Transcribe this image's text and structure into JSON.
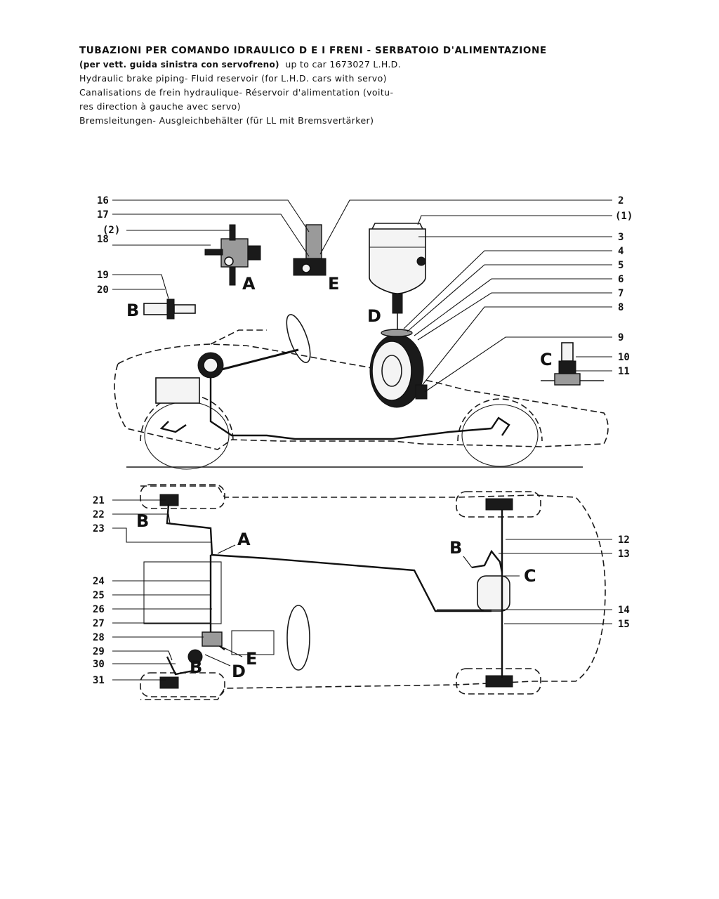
{
  "header": {
    "title_it": "TUBAZIONI PER COMANDO IDRAULICO D E I FRENI - SERBATOIO D'ALIMENTAZIONE",
    "subtitle_it": "(per vett. guida sinistra con servofreno)",
    "subtitle_en_suffix": "up to car 1673027 L.H.D.",
    "title_en": "Hydraulic brake piping- Fluid reservoir (for L.H.D. cars with servo)",
    "title_fr_1": "Canalisations de frein hydraulique- Réservoir d'alimentation (voitu-",
    "title_fr_2": "res direction à gauche avec servo)",
    "title_de": "Bremsleitungen- Ausgleichbehälter (für LL mit Bremsvertärker)"
  },
  "callouts": {
    "c1": "(1)",
    "c2": "(2)",
    "n2": "2",
    "n3": "3",
    "n4": "4",
    "n5": "5",
    "n6": "6",
    "n7": "7",
    "n8": "8",
    "n9": "9",
    "n10": "10",
    "n11": "11",
    "n12": "12",
    "n13": "13",
    "n14": "14",
    "n15": "15",
    "n16": "16",
    "n17": "17",
    "n18": "18",
    "n19": "19",
    "n20": "20",
    "n21": "21",
    "n22": "22",
    "n23": "23",
    "n24": "24",
    "n25": "25",
    "n26": "26",
    "n27": "27",
    "n28": "28",
    "n29": "29",
    "n30": "30",
    "n31": "31"
  },
  "detail_letters": {
    "A": "A",
    "B": "B",
    "C": "C",
    "D": "D",
    "E": "E"
  }
}
